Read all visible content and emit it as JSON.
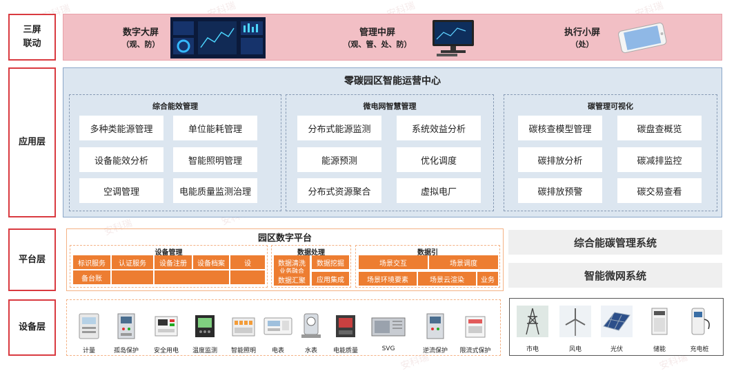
{
  "layers": {
    "linkage": "三屏\n联动",
    "application": "应用层",
    "platform": "平台层",
    "device": "设备层"
  },
  "screens": [
    {
      "title": "数字大屏",
      "sub": "（观、防）"
    },
    {
      "title": "管理中屏",
      "sub": "（观、管、处、防）"
    },
    {
      "title": "执行小屏",
      "sub": "（处）"
    }
  ],
  "app": {
    "title": "零碳园区智能运营中心",
    "groups": [
      {
        "title": "综合能效管理",
        "items": [
          "多种类能源管理",
          "单位能耗管理",
          "设备能效分析",
          "智能照明管理",
          "空调管理",
          "电能质量监测治理"
        ]
      },
      {
        "title": "微电网智慧管理",
        "items": [
          "分布式能源监测",
          "系统效益分析",
          "能源预测",
          "优化调度",
          "分布式资源聚合",
          "虚拟电厂"
        ]
      },
      {
        "title": "碳管理可视化",
        "items": [
          "碳核查模型管理",
          "碳盘查概览",
          "碳排放分析",
          "碳减排监控",
          "碳排放预警",
          "碳交易查看"
        ]
      }
    ]
  },
  "platform": {
    "title": "园区数字平台",
    "device_mgmt": {
      "title": "设备管理",
      "tiles": [
        "标识服务",
        "认证服务",
        "设备注册",
        "设备档案",
        "设",
        "备台账"
      ]
    },
    "data_proc": {
      "title": "数据处理",
      "tiles": [
        "数据清洗",
        "数据挖掘",
        "业务融合",
        "数据汇聚",
        "应用集成"
      ]
    },
    "data_engine": {
      "title": "数据引",
      "tiles": [
        "场景交互",
        "场景调度",
        "场景环境要素",
        "场景云渲染",
        "业务"
      ]
    },
    "systems": [
      "综合能碳管理系统",
      "智能微网系统"
    ]
  },
  "devices": [
    "计量",
    "孤岛保护",
    "安全用电",
    "温度监测",
    "智能照明",
    "电表",
    "水表",
    "电能质量",
    "SVG",
    "逆流保护",
    "限流式保护"
  ],
  "energy": [
    "市电",
    "风电",
    "光伏",
    "储能",
    "充电桩"
  ],
  "watermark": "安科瑞",
  "colors": {
    "accent_red": "#d9393f",
    "band_pink": "#f2bfc5",
    "app_blue": "#dce6f0",
    "orange": "#ed7d31"
  }
}
